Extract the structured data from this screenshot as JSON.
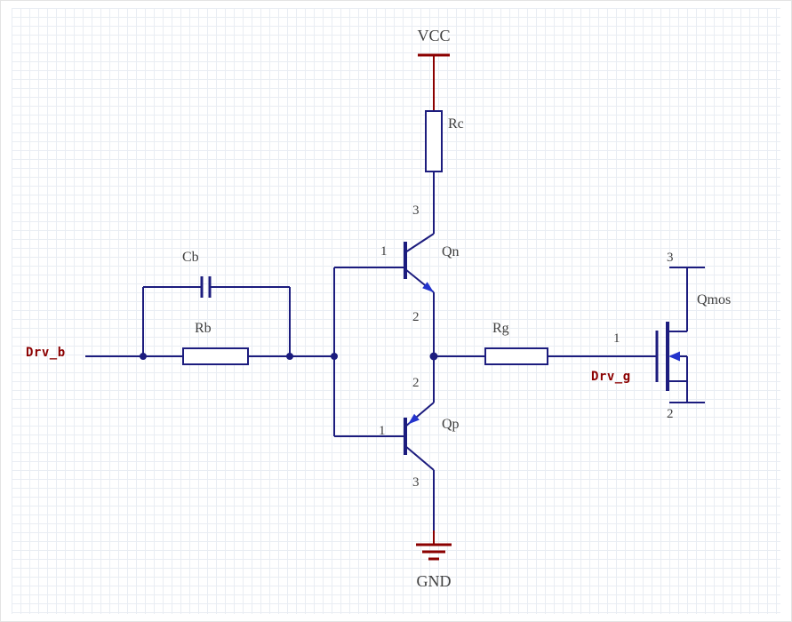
{
  "schematic": {
    "description": "Push-pull BJT driver stage driving a power MOSFET gate",
    "nets": {
      "vcc": "VCC",
      "gnd": "GND",
      "drv_b": "Drv_b",
      "drv_g": "Drv_g"
    },
    "components": {
      "rc": {
        "ref": "Rc",
        "type": "resistor"
      },
      "rb": {
        "ref": "Rb",
        "type": "resistor"
      },
      "rg": {
        "ref": "Rg",
        "type": "resistor"
      },
      "cb": {
        "ref": "Cb",
        "type": "capacitor"
      },
      "qn": {
        "ref": "Qn",
        "type": "npn-transistor",
        "pins": {
          "base": "1",
          "emitter": "2",
          "collector": "3"
        }
      },
      "qp": {
        "ref": "Qp",
        "type": "pnp-transistor",
        "pins": {
          "base": "1",
          "emitter": "2",
          "collector": "3"
        }
      },
      "qmos": {
        "ref": "Qmos",
        "type": "n-channel-mosfet",
        "pins": {
          "gate": "1",
          "source": "2",
          "drain": "3"
        }
      }
    },
    "colors": {
      "wire": "#1c1c7e",
      "arrow": "#2333cc",
      "power": "#8b0000",
      "net_label": "#8b0000",
      "text": "#3f3f3f",
      "grid": "#e9edf3",
      "background": "#ffffff"
    }
  }
}
